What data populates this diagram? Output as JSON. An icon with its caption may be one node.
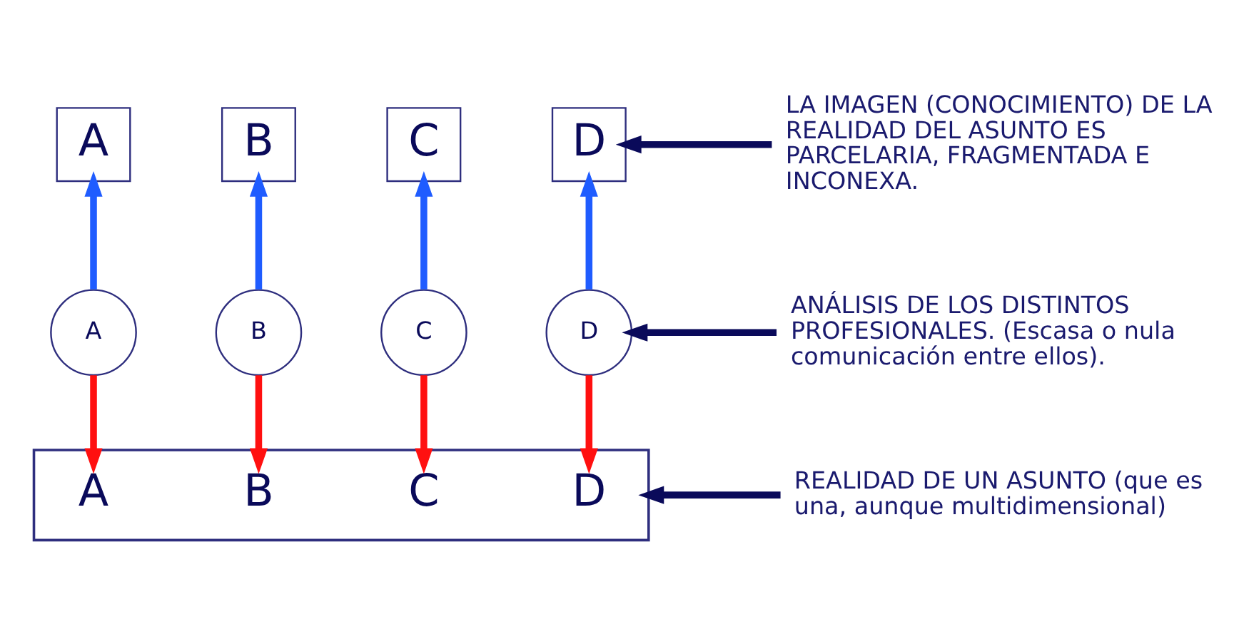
{
  "diagram": {
    "nodes": [
      {
        "text": [
          "A"
        ]
      },
      {
        "text": [
          "B"
        ]
      },
      {
        "text": [
          "C"
        ]
      },
      {
        "text": [
          "D"
        ]
      },
      {
        "text": [
          "LA IMAGEN (CONOCIMIENTO) DE LA REALIDAD DEL ASUNTO ES PARCELARIA, FRAGMENTADA E INCONEXA."
        ]
      },
      {
        "text": [
          "A"
        ]
      },
      {
        "text": [
          "B"
        ]
      },
      {
        "text": [
          "C"
        ]
      },
      {
        "text": [
          "D"
        ]
      },
      {
        "text": [
          "ANÁLISIS DE LOS DISTINTOS PROFESIONALES. (Escasa o nula comunicación entre ellos)."
        ]
      },
      {
        "text": [],
        "shape": "box"
      },
      {
        "text": [
          "A"
        ],
        "in": 10
      },
      {
        "text": [
          "B"
        ],
        "in": 10
      },
      {
        "text": [
          "C"
        ],
        "in": 10
      },
      {
        "text": [
          "D"
        ],
        "in": 10
      },
      {
        "text": [
          "REALIDAD DE UN ASUNTO (que es una, aunque multidimensional)"
        ]
      }
    ],
    "edges": [
      {
        "from": 5,
        "to": 0,
        "arrow": "to",
        "color": "#1f5cff"
      },
      {
        "from": 6,
        "to": 1,
        "arrow": "to",
        "color": "#1f5cff"
      },
      {
        "from": 7,
        "to": 2,
        "arrow": "to",
        "color": "#1f5cff"
      },
      {
        "from": 8,
        "to": 3,
        "arrow": "to",
        "color": "#1f5cff"
      },
      {
        "from": 5,
        "to": 11,
        "arrow": "to",
        "color": "#ff1010"
      },
      {
        "from": 6,
        "to": 12,
        "arrow": "to",
        "color": "#ff1010"
      },
      {
        "from": 7,
        "to": 13,
        "arrow": "to",
        "color": "#ff1010"
      },
      {
        "from": 8,
        "to": 14,
        "arrow": "to",
        "color": "#ff1010"
      },
      {
        "from": 4,
        "to": 3,
        "arrow": "to",
        "color": "#0a0a5a"
      },
      {
        "from": 9,
        "to": 8,
        "arrow": "to",
        "color": "#0a0a5a"
      },
      {
        "from": 15,
        "to": 10,
        "arrow": "to",
        "color": "#0a0a5a"
      }
    ]
  }
}
